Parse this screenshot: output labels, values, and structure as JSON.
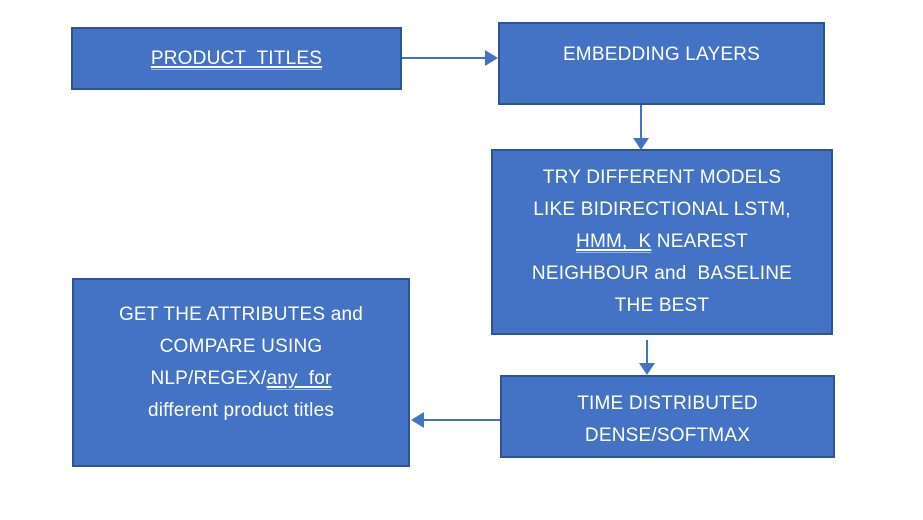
{
  "colors": {
    "box_fill": "#4472C4",
    "box_border": "#2F5496",
    "arrow": "#4472C4",
    "text": "#FFFFFF",
    "underline_accent": "#8FB4F4",
    "background": "#FFFFFF"
  },
  "flowchart": {
    "boxes": [
      {
        "id": "product-titles",
        "lines": [
          [
            {
              "t": "PRODUCT  TITLES",
              "u": true
            }
          ]
        ]
      },
      {
        "id": "embedding-layers",
        "lines": [
          [
            {
              "t": "EMBEDDING LAYERS",
              "u": false
            }
          ]
        ]
      },
      {
        "id": "try-different-models",
        "lines": [
          [
            {
              "t": "TRY DIFFERENT MODELS",
              "u": false
            }
          ],
          [
            {
              "t": "LIKE BIDIRECTIONAL LSTM,",
              "u": false
            }
          ],
          [
            {
              "t": "HMM,  K",
              "u": true
            },
            {
              "t": " NEAREST",
              "u": false
            }
          ],
          [
            {
              "t": "NEIGHBOUR and  BASELINE",
              "u": false
            }
          ],
          [
            {
              "t": "THE BEST",
              "u": false
            }
          ]
        ]
      },
      {
        "id": "time-distributed",
        "lines": [
          [
            {
              "t": "TIME DISTRIBUTED",
              "u": false
            }
          ],
          [
            {
              "t": "DENSE/SOFTMAX",
              "u": false
            }
          ]
        ]
      },
      {
        "id": "get-attributes",
        "lines": [
          [
            {
              "t": "GET THE ATTRIBUTES and",
              "u": false
            }
          ],
          [
            {
              "t": "COMPARE USING",
              "u": false
            }
          ],
          [
            {
              "t": "NLP/REGEX/",
              "u": false
            },
            {
              "t": "any  for",
              "u": true
            }
          ],
          [
            {
              "t": "different product titles",
              "u": false
            }
          ]
        ]
      }
    ],
    "arrows": [
      {
        "id": "product-to-embedding",
        "from": "product-titles",
        "to": "embedding-layers",
        "direction": "right"
      },
      {
        "id": "embedding-to-models",
        "from": "embedding-layers",
        "to": "try-different-models",
        "direction": "down"
      },
      {
        "id": "models-to-dense",
        "from": "try-different-models",
        "to": "time-distributed",
        "direction": "down"
      },
      {
        "id": "dense-to-attributes",
        "from": "time-distributed",
        "to": "get-attributes",
        "direction": "left"
      }
    ]
  }
}
